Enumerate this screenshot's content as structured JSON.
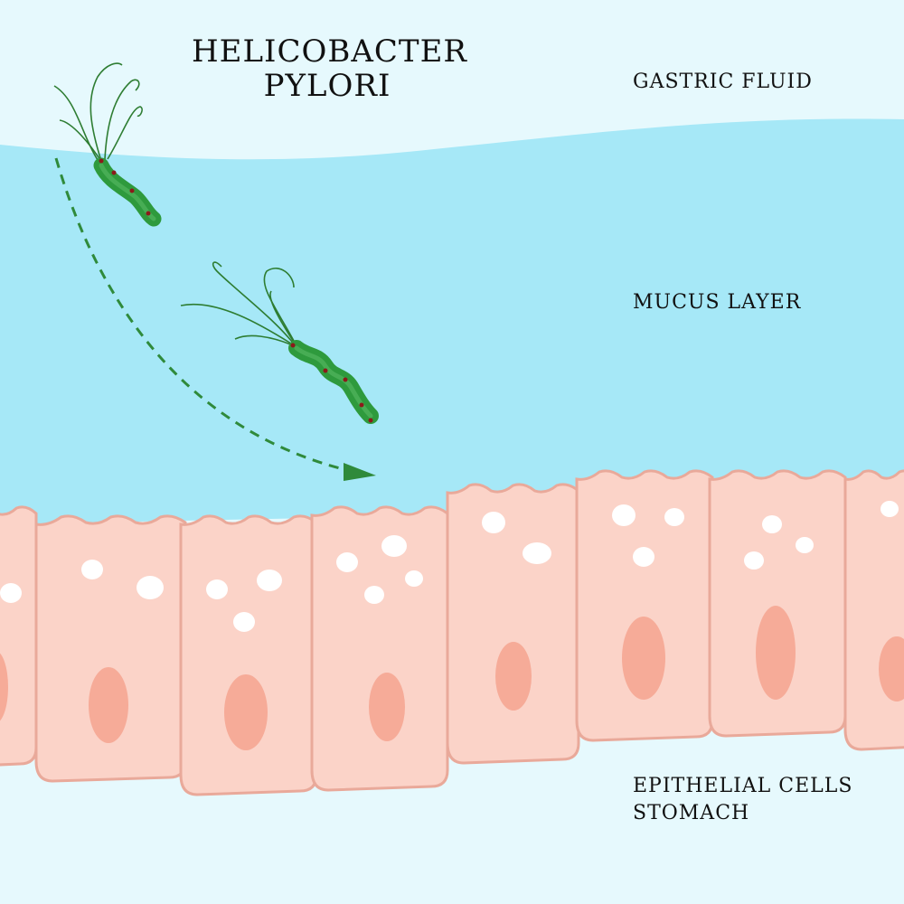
{
  "title": {
    "line1": "HELICOBACTER",
    "line2": "PYLORI"
  },
  "labels": {
    "gastric_fluid": "GASTRIC FLUID",
    "mucus_layer": "MUCUS LAYER",
    "epithelial_line1": "EPITHELIAL CELLS",
    "epithelial_line2": "STOMACH"
  },
  "stock_id": "561785375",
  "colors": {
    "gastric_fluid": "#e6f9fd",
    "mucus": "#a6e8f7",
    "cell_fill": "#fbd3c8",
    "cell_outline": "#e9a99a",
    "nucleus": "#f6ab98",
    "vesicle": "#ffffff",
    "bacterium": "#2e9a3d",
    "flagella": "#2e7d32",
    "arrow": "#2f8a3b"
  }
}
